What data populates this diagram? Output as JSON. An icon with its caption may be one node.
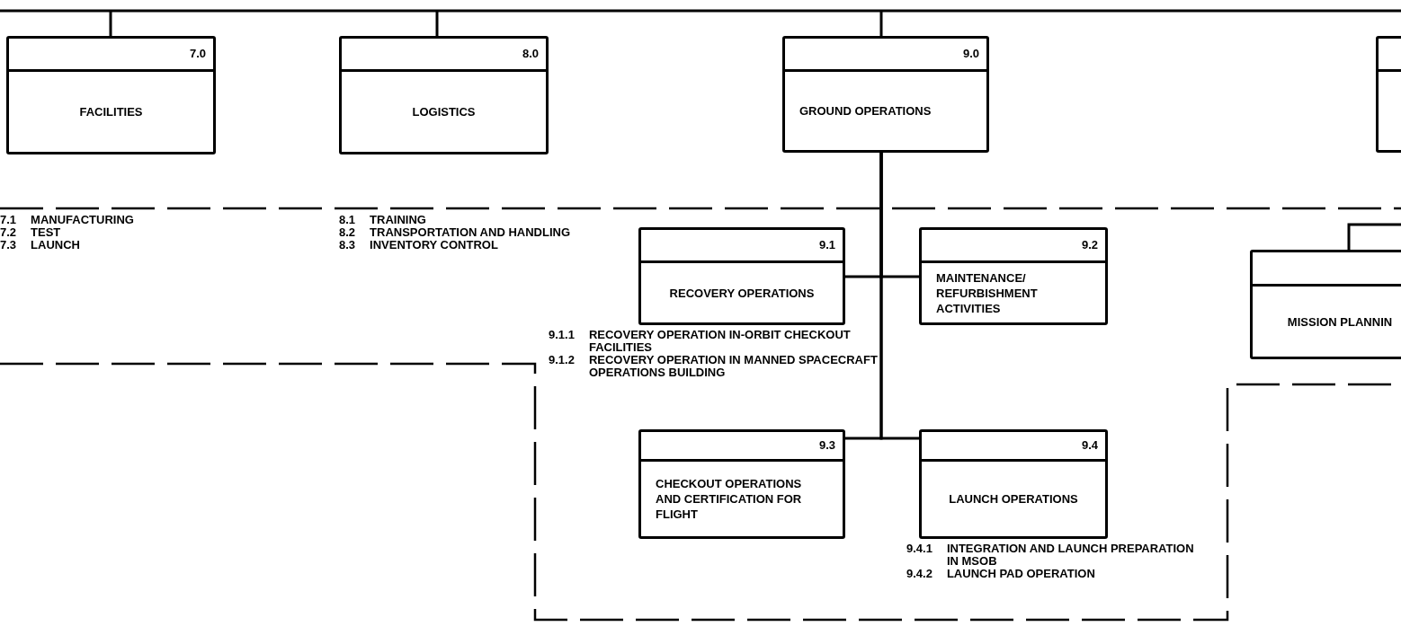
{
  "diagram": {
    "nodes": [
      {
        "text": [
          "7.0",
          "FACILITIES"
        ],
        "beside": [
          "7.1",
          "MANUFACTURING",
          "7.2",
          "TEST",
          "7.3",
          "LAUNCH"
        ]
      },
      {
        "text": [
          "8.0",
          "LOGISTICS"
        ],
        "beside": [
          "8.1",
          "TRAINING",
          "8.2",
          "TRANSPORTATION AND HANDLING",
          "8.3",
          "INVENTORY CONTROL"
        ]
      },
      {
        "text": [
          "9.0",
          "GROUND OPERATIONS"
        ]
      },
      {
        "text": [],
        "shape": "box"
      },
      {
        "text": [
          "9.1",
          "RECOVERY OPERATIONS"
        ],
        "beside": [
          "9.1.1",
          "RECOVERY OPERATION IN-ORBIT CHECKOUT FACILITIES",
          "9.1.2",
          "RECOVERY OPERATION IN MANNED SPACECRAFT OPERATIONS BUILDING"
        ]
      },
      {
        "text": [
          "9.2",
          "MAINTENANCE/ REFURBISHMENT ACTIVITIES"
        ]
      },
      {
        "text": [
          "MISSION PLANNIN"
        ]
      },
      {
        "text": [
          "9.3",
          "CHECKOUT OPERATIONS AND CERTIFICATION FOR FLIGHT"
        ]
      },
      {
        "text": [
          "9.4",
          "LAUNCH OPERATIONS"
        ],
        "beside": [
          "9.4.1",
          "INTEGRATION AND LAUNCH PREPARATION IN MSOB",
          "9.4.2",
          "LAUNCH PAD OPERATION"
        ]
      }
    ],
    "edges": [
      {
        "from": null,
        "to": 0,
        "arrow": "none"
      },
      {
        "from": null,
        "to": 1,
        "arrow": "none"
      },
      {
        "from": null,
        "to": 2,
        "arrow": "none"
      },
      {
        "from": 2,
        "to": 4,
        "arrow": "none"
      },
      {
        "from": 2,
        "to": 5,
        "arrow": "none"
      },
      {
        "from": 2,
        "to": 7,
        "arrow": "none"
      },
      {
        "from": 2,
        "to": 8,
        "arrow": "none"
      },
      {
        "from": null,
        "to": 6,
        "arrow": "none"
      }
    ]
  }
}
